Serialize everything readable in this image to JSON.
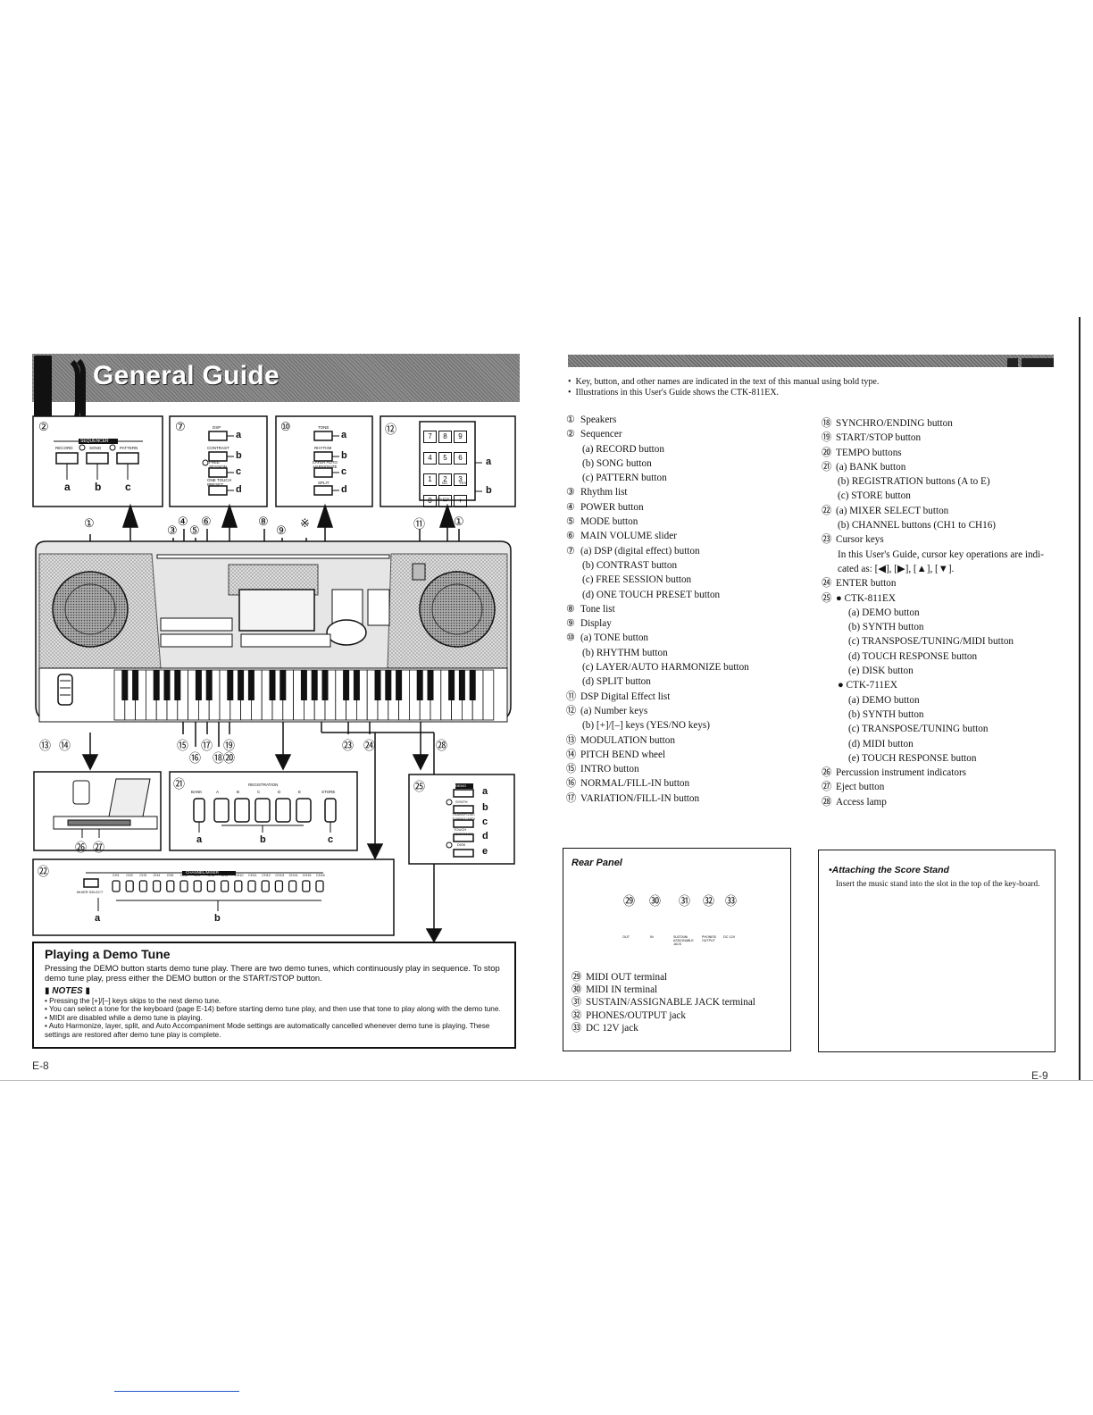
{
  "header": {
    "title": "General Guide"
  },
  "intro": [
    "Key, button, and other names are indicated in the text of this manual using bold type.",
    "Illustrations in this User's Guide shows the CTK-811EX."
  ],
  "panels": {
    "sequencer": {
      "num": "②",
      "heading": "SEQUENCER",
      "labels": [
        "RECORD",
        "SONG",
        "PATTERN"
      ],
      "letters": [
        "a",
        "b",
        "c"
      ]
    },
    "dsp": {
      "num": "⑦",
      "labels": [
        "DSP",
        "CONTRAST",
        "FREE SESSION",
        "ONE TOUCH PRESET"
      ],
      "letters": [
        "a",
        "b",
        "c",
        "d"
      ]
    },
    "tone": {
      "num": "⑩",
      "labels": [
        "TONE",
        "RHYTHM",
        "LAYER AUTO HARMONIZE",
        "SPLIT"
      ],
      "letters": [
        "a",
        "b",
        "c",
        "d"
      ]
    },
    "keypad": {
      "num": "⑫",
      "keys": [
        "7",
        "8",
        "9",
        "4",
        "5",
        "6",
        "1",
        "2",
        "3",
        "0",
        "–",
        "+"
      ],
      "small": [
        "NO",
        "YES",
        "DELETE"
      ],
      "letters": [
        "a",
        "b"
      ]
    },
    "registration": {
      "num": "㉑",
      "heading": "REGISTRATION",
      "labels": [
        "BANK",
        "A",
        "B",
        "C",
        "D",
        "E",
        "STORE"
      ],
      "letters": [
        "a",
        "b",
        "c"
      ]
    },
    "options": {
      "num": "㉕",
      "labels": [
        "DEMO",
        "SYNTH",
        "TRANSPOSE/ TUNING/ MIDI",
        "TOUCH RESPONSE",
        "DISK"
      ],
      "letters": [
        "a",
        "b",
        "c",
        "d",
        "e"
      ]
    },
    "channel": {
      "num": "㉒",
      "heading": "CHANNEL/MIXER",
      "left": "MIXER SELECT",
      "channels": [
        "CH1",
        "CH2",
        "CH3",
        "CH4",
        "CH5",
        "CH6",
        "CH7",
        "CH8",
        "CH9",
        "CH10",
        "CH11",
        "CH12",
        "CH13",
        "CH14",
        "CH15",
        "CH16"
      ],
      "letters": [
        "a",
        "b"
      ]
    },
    "disk": {
      "nums": [
        "㉖",
        "㉗"
      ]
    }
  },
  "callouts": {
    "top": [
      "①",
      "③",
      "④",
      "⑤",
      "⑥",
      "⑧",
      "⑨",
      "※",
      "⑪",
      "①"
    ],
    "bottom": [
      "⑬",
      "⑭",
      "⑮",
      "⑰",
      "⑲",
      "⑯",
      "⑱",
      "⑳",
      "㉓",
      "㉔",
      "㉘"
    ]
  },
  "main_list_left": [
    {
      "n": "①",
      "t": "Speakers",
      "lvl": 0
    },
    {
      "n": "②",
      "t": "Sequencer",
      "lvl": 0
    },
    {
      "n": "",
      "t": "(a) RECORD button",
      "lvl": 1
    },
    {
      "n": "",
      "t": "(b) SONG button",
      "lvl": 1
    },
    {
      "n": "",
      "t": "(c) PATTERN button",
      "lvl": 1
    },
    {
      "n": "③",
      "t": "Rhythm list",
      "lvl": 0
    },
    {
      "n": "④",
      "t": "POWER button",
      "lvl": 0
    },
    {
      "n": "⑤",
      "t": "MODE button",
      "lvl": 0
    },
    {
      "n": "⑥",
      "t": "MAIN VOLUME slider",
      "lvl": 0
    },
    {
      "n": "⑦",
      "t": "(a) DSP (digital effect) button",
      "lvl": 0
    },
    {
      "n": "",
      "t": "(b) CONTRAST button",
      "lvl": 1
    },
    {
      "n": "",
      "t": "(c) FREE SESSION button",
      "lvl": 1
    },
    {
      "n": "",
      "t": "(d) ONE TOUCH PRESET button",
      "lvl": 1
    },
    {
      "n": "⑧",
      "t": "Tone list",
      "lvl": 0
    },
    {
      "n": "⑨",
      "t": "Display",
      "lvl": 0
    },
    {
      "n": "⑩",
      "t": "(a) TONE  button",
      "lvl": 0
    },
    {
      "n": "",
      "t": "(b) RHYTHM button",
      "lvl": 1
    },
    {
      "n": "",
      "t": "(c) LAYER/AUTO HARMONIZE button",
      "lvl": 1
    },
    {
      "n": "",
      "t": "(d) SPLIT button",
      "lvl": 1
    },
    {
      "n": "⑪",
      "t": "DSP Digital Effect list",
      "lvl": 0
    },
    {
      "n": "⑫",
      "t": "(a) Number keys",
      "lvl": 0
    },
    {
      "n": "",
      "t": "(b) [+]/[–] keys (YES/NO keys)",
      "lvl": 1
    },
    {
      "n": "⑬",
      "t": "MODULATION button",
      "lvl": 0
    },
    {
      "n": "⑭",
      "t": "PITCH BEND wheel",
      "lvl": 0
    },
    {
      "n": "⑮",
      "t": "INTRO button",
      "lvl": 0
    },
    {
      "n": "⑯",
      "t": "NORMAL/FILL-IN button",
      "lvl": 0
    },
    {
      "n": "⑰",
      "t": "VARIATION/FILL-IN button",
      "lvl": 0
    }
  ],
  "main_list_right": [
    {
      "n": "⑱",
      "t": "SYNCHRO/ENDING button",
      "lvl": 0
    },
    {
      "n": "⑲",
      "t": "START/STOP button",
      "lvl": 0
    },
    {
      "n": "⑳",
      "t": "TEMPO buttons",
      "lvl": 0
    },
    {
      "n": "㉑",
      "t": "(a) BANK button",
      "lvl": 0
    },
    {
      "n": "",
      "t": "(b) REGISTRATION buttons (A to E)",
      "lvl": 1
    },
    {
      "n": "",
      "t": "(c) STORE button",
      "lvl": 1
    },
    {
      "n": "㉒",
      "t": "(a) MIXER SELECT button",
      "lvl": 0
    },
    {
      "n": "",
      "t": "(b) CHANNEL buttons (CH1 to CH16)",
      "lvl": 1
    },
    {
      "n": "㉓",
      "t": "Cursor keys",
      "lvl": 0
    },
    {
      "n": "",
      "t": "In this User's Guide, cursor key operations are indi-",
      "lvl": 3
    },
    {
      "n": "",
      "t": "cated as: [◀], [▶], [▲], [▼].",
      "lvl": 3
    },
    {
      "n": "㉔",
      "t": "ENTER button",
      "lvl": 0
    },
    {
      "n": "㉕",
      "t": "● CTK-811EX",
      "lvl": 0
    },
    {
      "n": "",
      "t": "(a) DEMO button",
      "lvl": 2
    },
    {
      "n": "",
      "t": "(b) SYNTH button",
      "lvl": 2
    },
    {
      "n": "",
      "t": "(c) TRANSPOSE/TUNING/MIDI button",
      "lvl": 2
    },
    {
      "n": "",
      "t": "(d) TOUCH RESPONSE button",
      "lvl": 2
    },
    {
      "n": "",
      "t": "(e) DISK button",
      "lvl": 2
    },
    {
      "n": "",
      "t": "● CTK-711EX",
      "lvl": 3
    },
    {
      "n": "",
      "t": "(a) DEMO button",
      "lvl": 2
    },
    {
      "n": "",
      "t": "(b) SYNTH button",
      "lvl": 2
    },
    {
      "n": "",
      "t": "(c) TRANSPOSE/TUNING button",
      "lvl": 2
    },
    {
      "n": "",
      "t": "(d) MIDI button",
      "lvl": 2
    },
    {
      "n": "",
      "t": "(e) TOUCH RESPONSE button",
      "lvl": 2
    },
    {
      "n": "㉖",
      "t": "Percussion instrument indicators",
      "lvl": 0
    },
    {
      "n": "㉗",
      "t": "Eject button",
      "lvl": 0
    },
    {
      "n": "㉘",
      "t": "Access lamp",
      "lvl": 0
    }
  ],
  "demo": {
    "title": "Playing a Demo Tune",
    "body": "Pressing the DEMO button starts demo tune play. There are two demo tunes, which continuously play in sequence. To stop demo tune play, press either the DEMO button or the START/STOP button.",
    "notes_heading": "NOTES",
    "notes": [
      "Pressing the [+]/[–] keys skips to the next demo tune.",
      "You can select a tone for the keyboard (page E-14) before starting demo tune play, and then use that tone to play along with the demo tune.",
      "MIDI are disabled while a demo tune is playing.",
      "Auto Harmonize, layer, split, and Auto Accompaniment Mode settings are automatically cancelled whenever demo tune is playing. These settings are restored after demo tune play is complete."
    ]
  },
  "rear_panel": {
    "title": "Rear Panel",
    "callouts": [
      "㉙",
      "㉚",
      "㉛",
      "㉜",
      "㉝"
    ],
    "labels": [
      "OUT",
      "IN",
      "SUSTAIN/ ASSIGNABLE JACK",
      "PHONES/ OUTPUT",
      "DC 12V"
    ],
    "items": [
      {
        "n": "㉙",
        "t": "MIDI OUT terminal"
      },
      {
        "n": "㉚",
        "t": "MIDI IN terminal"
      },
      {
        "n": "㉛",
        "t": "SUSTAIN/ASSIGNABLE JACK terminal"
      },
      {
        "n": "㉜",
        "t": "PHONES/OUTPUT jack"
      },
      {
        "n": "㉝",
        "t": "DC 12V jack"
      }
    ]
  },
  "score_stand": {
    "title": "•Attaching the Score Stand",
    "body": "Insert the music stand into the slot in the top of the key-board."
  },
  "footer": {
    "left_page": "E-8",
    "right_page": "E-9"
  }
}
